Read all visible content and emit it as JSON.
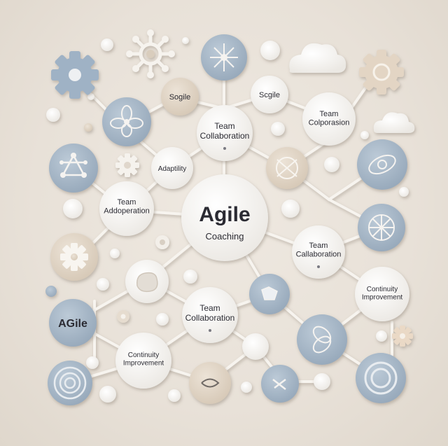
{
  "hub": {
    "title": "Agile",
    "subtitle": "Coaching"
  },
  "nodes": [
    {
      "id": "sogile",
      "label_lines": [
        "Sogile"
      ]
    },
    {
      "id": "scgile",
      "label_lines": [
        "Scgile"
      ]
    },
    {
      "id": "team-collaboration-top",
      "label_lines": [
        "Team",
        "Collaboration"
      ]
    },
    {
      "id": "team-colporsion",
      "label_lines": [
        "Team",
        "Colporasion"
      ]
    },
    {
      "id": "adaptility",
      "label_lines": [
        "Adaptility"
      ]
    },
    {
      "id": "team-addoperation",
      "label_lines": [
        "Team",
        "Addoperation"
      ]
    },
    {
      "id": "team-collaboration-right",
      "label_lines": [
        "Team",
        "Callaboration"
      ]
    },
    {
      "id": "continuity-improvement-right",
      "label_lines": [
        "Continuity",
        "Improvement"
      ]
    },
    {
      "id": "team-collaboration-center",
      "label_lines": [
        "Team",
        "Collaboration"
      ]
    },
    {
      "id": "agile-badge",
      "label_lines": [
        "AGile"
      ]
    },
    {
      "id": "continuity-improvement-left",
      "label_lines": [
        "Continuity",
        "Improvement"
      ]
    }
  ],
  "colors": {
    "blue": "#a9b9c9",
    "white": "#f8f7f5",
    "beige": "#e2d6c8",
    "line": "#f6f3ee",
    "text": "#2b2b33"
  }
}
